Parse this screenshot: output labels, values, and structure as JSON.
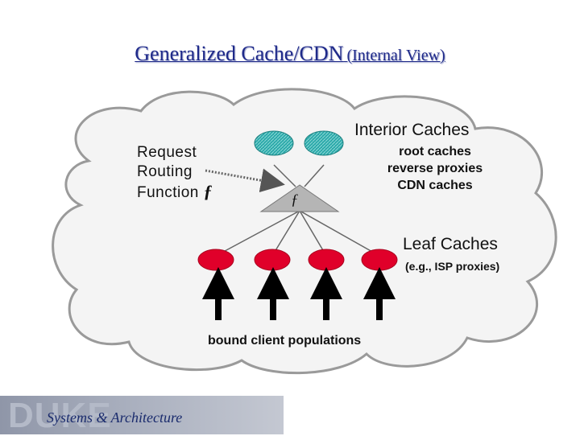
{
  "title": {
    "main": "Generalized Cache/CDN",
    "sub": "(Internal View)"
  },
  "labels": {
    "request_routing_line1": "Request",
    "request_routing_line2": "Routing",
    "request_routing_line3": "Function",
    "function_symbol": "ƒ",
    "interior_caches": "Interior Caches",
    "interior_items": [
      "root caches",
      "reverse proxies",
      "CDN caches"
    ],
    "leaf_caches": "Leaf Caches",
    "leaf_example": "(e.g., ISP proxies)",
    "clients": "bound client populations"
  },
  "footer": {
    "logo_text": "DUKE",
    "subtitle": "Systems & Architecture"
  },
  "colors": {
    "cloud_fill": "#f4f4f4",
    "cloud_stroke": "#9a9a9a",
    "interior_node": "#2aa9a9",
    "leaf_node": "#e0002a",
    "router": "#b5b5b5",
    "title": "#1f2a8a"
  }
}
